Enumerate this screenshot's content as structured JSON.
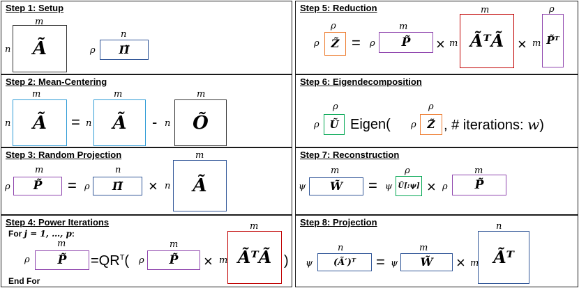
{
  "steps": [
    {
      "title": "Step 1: Setup"
    },
    {
      "title": "Step 2: Mean-Centering"
    },
    {
      "title": "Step 3: Random Projection"
    },
    {
      "title": "Step 4: Power Iterations"
    },
    {
      "title": "Step 5: Reduction"
    },
    {
      "title": "Step 6: Eigendecomposition"
    },
    {
      "title": "Step 7: Reconstruction"
    },
    {
      "title": "Step 8: Projection"
    }
  ],
  "step4": {
    "for_label": "For ",
    "loop_var": "j = 1, …, p",
    "for_colon": ":",
    "end_label": "End For",
    "qr": "=QR",
    "qr_sup": "T",
    "paren_open": "(",
    "paren_close": ")"
  },
  "step6": {
    "eigen": "Eigen(",
    "iterations": ", # iterations: ",
    "w": "w",
    "close": ")"
  },
  "symbols": {
    "A": "Ã",
    "Pi": "Π̃",
    "O": "Õ",
    "P": "P̃",
    "AtA": "ÃᵀÃ",
    "Z": "Z̃",
    "Pt": "P̃ᵀ",
    "U": "Ũ",
    "Usub": "Ũ[:ψ]",
    "W": "W̃",
    "Aprime": "(Ã′)ᵀ",
    "At": "Ãᵀ"
  },
  "dims": {
    "m": "m",
    "n": "n",
    "rho": "ρ",
    "psi": "ψ"
  },
  "ops": {
    "eq": "=",
    "times": "×",
    "minus": "-"
  },
  "colors": {
    "black": "#333333",
    "blue": "#2f5597",
    "light_blue": "#2e9bd6",
    "purple": "#8e44ad",
    "red": "#c00000",
    "orange": "#ed7d31",
    "green": "#00a651"
  }
}
